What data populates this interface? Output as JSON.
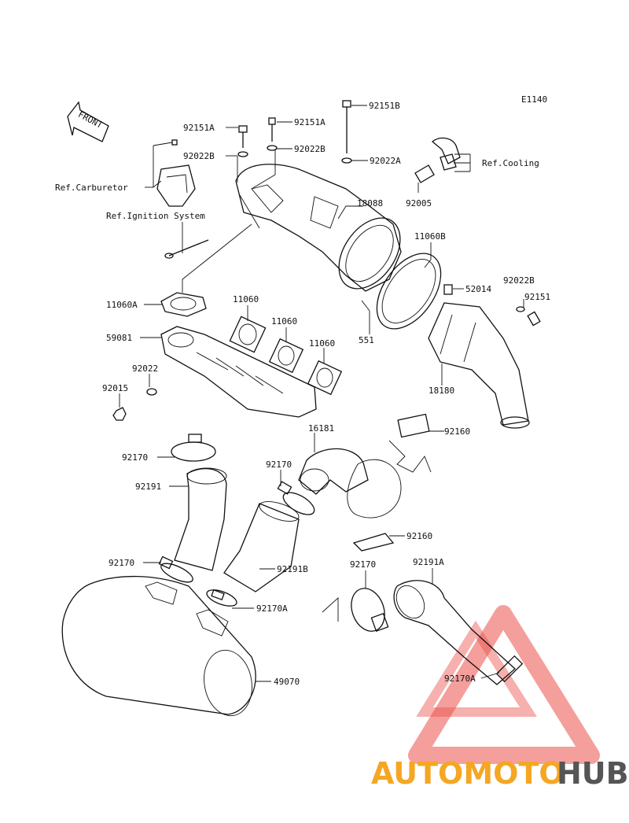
{
  "diagram_code": "E1140",
  "front_arrow_label": "FRONT",
  "references": [
    {
      "id": "ref-carburetor",
      "text": "Ref.Carburetor"
    },
    {
      "id": "ref-ignition",
      "text": "Ref.Ignition System"
    },
    {
      "id": "ref-cooling",
      "text": "Ref.Cooling"
    }
  ],
  "part_labels": [
    "92151A",
    "92151A",
    "92151B",
    "92022B",
    "92022B",
    "92022A",
    "92005",
    "18088",
    "11060B",
    "52014",
    "92022B",
    "92151",
    "11060A",
    "11060",
    "11060",
    "11060",
    "59081",
    "92022",
    "92015",
    "551",
    "18180",
    "16181",
    "92160",
    "92170",
    "92191",
    "92170",
    "92170",
    "92191B",
    "92170A",
    "92160",
    "92170",
    "92191A",
    "92170A",
    "49070"
  ],
  "watermark": {
    "brand_first": "AUTOMOTO",
    "brand_second": "HUB",
    "color_first": "#f5a623",
    "color_triangle": "#e8322b",
    "color_second": "#555555"
  }
}
